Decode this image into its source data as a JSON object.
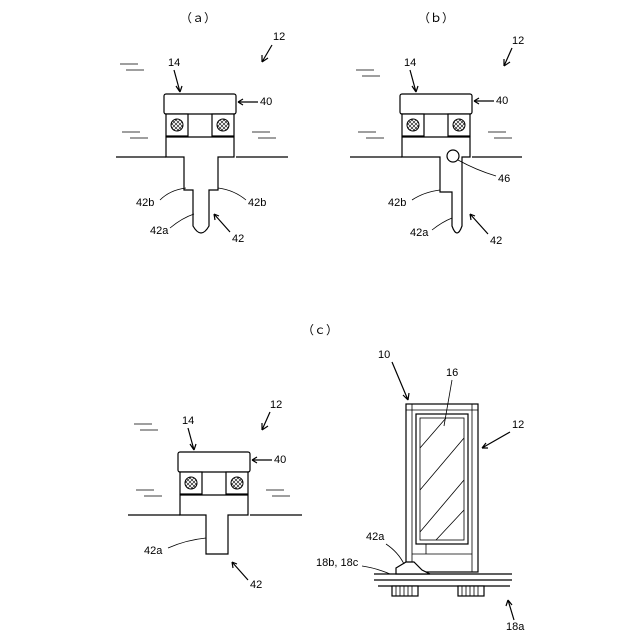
{
  "panels": {
    "a": "（ａ）",
    "b": "（ｂ）",
    "c": "（ｃ）"
  },
  "labels": {
    "a": {
      "ref12": "12",
      "ref14": "14",
      "ref40": "40",
      "ref42": "42",
      "ref42a": "42a",
      "ref42b_left": "42b",
      "ref42b_right": "42b"
    },
    "b": {
      "ref12": "12",
      "ref14": "14",
      "ref40": "40",
      "ref42": "42",
      "ref42a": "42a",
      "ref42b": "42b",
      "ref46": "46"
    },
    "c_left": {
      "ref12": "12",
      "ref14": "14",
      "ref40": "40",
      "ref42": "42",
      "ref42a": "42a"
    },
    "c_right": {
      "ref10": "10",
      "ref16": "16",
      "ref12": "12",
      "ref42a": "42a",
      "ref18bc": "18b, 18c",
      "ref18a": "18a"
    }
  }
}
